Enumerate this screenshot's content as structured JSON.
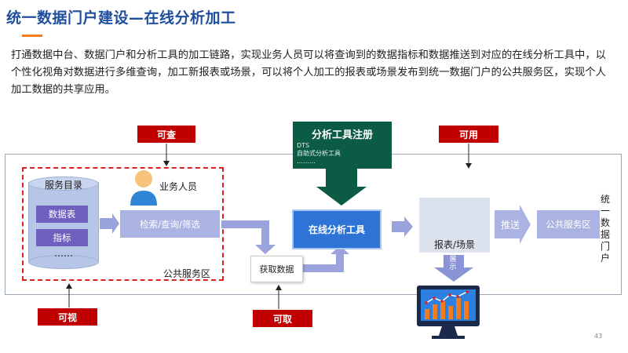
{
  "title": "统一数据门户建设—在线分析加工",
  "description": "打通数据中台、数据门户和分析工具的加工链路，实现业务人员可以将查询到的数据指标和数据推送到对应的在线分析工具中，以个性化视角对数据进行多维查询，加工新报表或场景，可以将个人加工的报表或场景发布到统一数据门户的公共服务区，实现个人加工数据的共享应用。",
  "labels": {
    "ke_cha": "可查",
    "ke_yong": "可用",
    "ke_shi": "可视",
    "ke_qu": "可取"
  },
  "catalog": {
    "title": "服务目录",
    "items": [
      "数据表",
      "指标"
    ],
    "more": "……"
  },
  "user_label": "业务人员",
  "search_box": "检索/查询/筛选",
  "public_area": "公共服务区",
  "fetch_data": "获取数据",
  "registration": {
    "title": "分析工具注册",
    "lines": [
      "DTS",
      "自助式分析工具",
      "………"
    ]
  },
  "online_tool": "在线分析工具",
  "report_label": "报表/场景",
  "push_label": "推送",
  "public_service": "公共服务区",
  "show_label": "展示",
  "portal_vertical": "统一数据门户",
  "page_number": "43",
  "colors": {
    "title_blue": "#1f4e9d",
    "accent_orange": "#f07c21",
    "label_red": "#c00000",
    "dark_green": "#0b5b45",
    "tool_blue": "#2e74d6",
    "arrow_lavender": "#9aa3dc"
  }
}
